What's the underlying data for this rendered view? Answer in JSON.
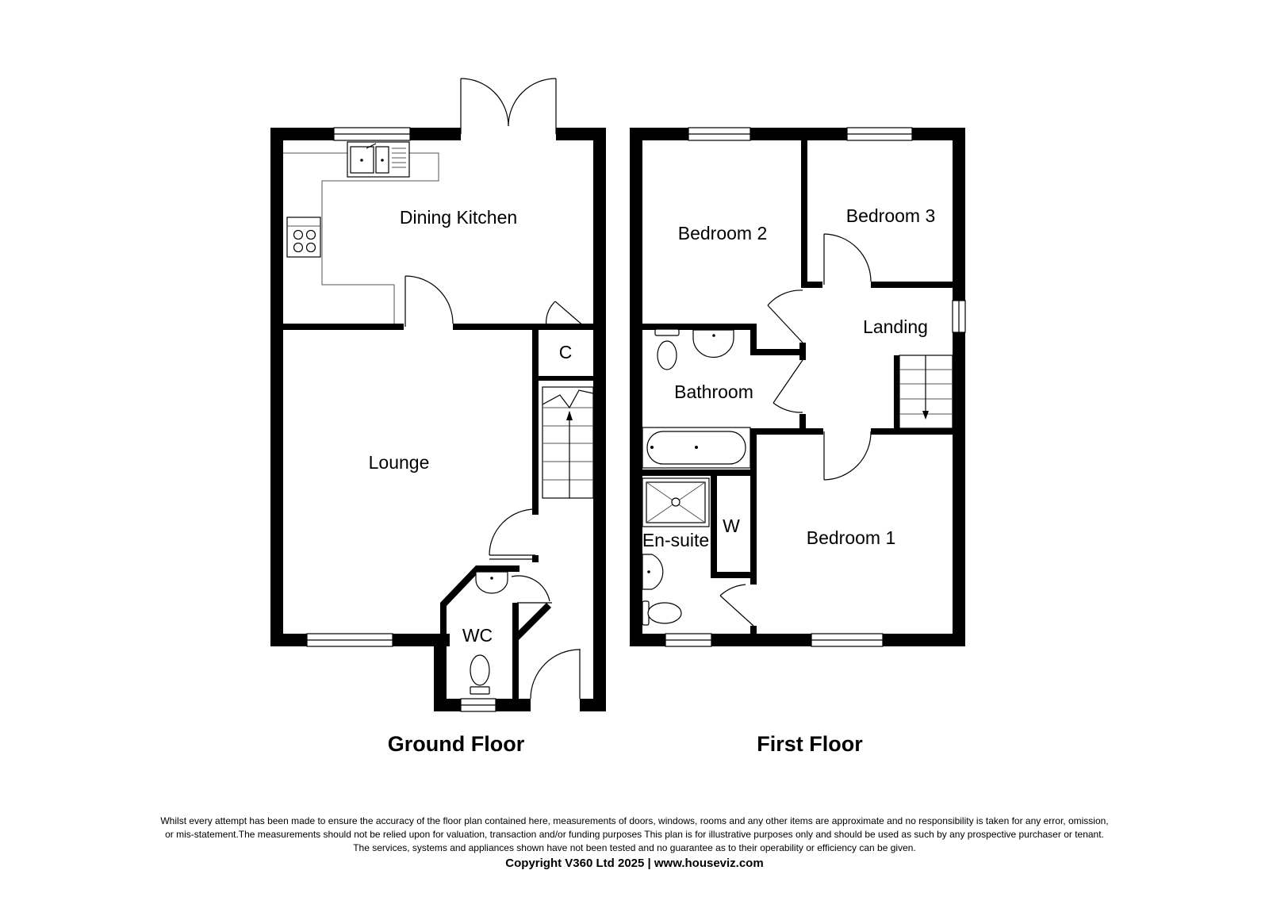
{
  "floors": {
    "ground": {
      "title": "Ground Floor",
      "rooms": {
        "dining_kitchen": "Dining Kitchen",
        "lounge": "Lounge",
        "cupboard": "C",
        "wc": "WC"
      }
    },
    "first": {
      "title": "First Floor",
      "rooms": {
        "bedroom2": "Bedroom 2",
        "bedroom3": "Bedroom 3",
        "landing": "Landing",
        "bathroom": "Bathroom",
        "ensuite": "En-suite",
        "wardrobe": "W",
        "bedroom1": "Bedroom 1"
      }
    }
  },
  "disclaimer": {
    "line1": "Whilst every attempt has been made to ensure the accuracy of the floor plan contained here, measurements of doors, windows, rooms and any other items are approximate and no responsibility is taken for any error, omission,",
    "line2": "or mis-statement.The measurements should not be relied upon for valuation, transaction and/or funding purposes This plan is for illustrative purposes only and should be used as such by any prospective purchaser or tenant.",
    "line3": "The services, systems and appliances shown have not been tested and no guarantee as to their operability or efficiency can be given.",
    "copyright": "Copyright V360 Ltd 2025 | www.houseviz.com"
  }
}
